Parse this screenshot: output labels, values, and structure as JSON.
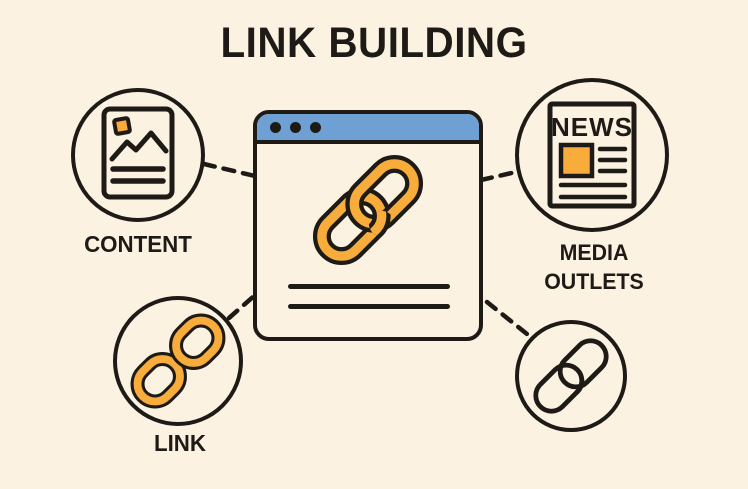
{
  "title": "LINK BUILDING",
  "colors": {
    "background": "#FBF2E2",
    "ink": "#1E1B16",
    "blue": "#6FA0D4",
    "orange": "#F8AC3B"
  },
  "center_window": {
    "name": "browser-window",
    "icon": "chain-link-icon"
  },
  "nodes": {
    "content": {
      "label": "CONTENT",
      "icon": "article-image-icon"
    },
    "media": {
      "label_line1": "MEDIA",
      "label_line2": "OUTLETS",
      "masthead": "NEWS",
      "icon": "newspaper-icon"
    },
    "link": {
      "label": "LINK",
      "icon": "chain-link-filled-icon"
    },
    "backlink": {
      "icon": "chain-link-outline-icon"
    }
  }
}
